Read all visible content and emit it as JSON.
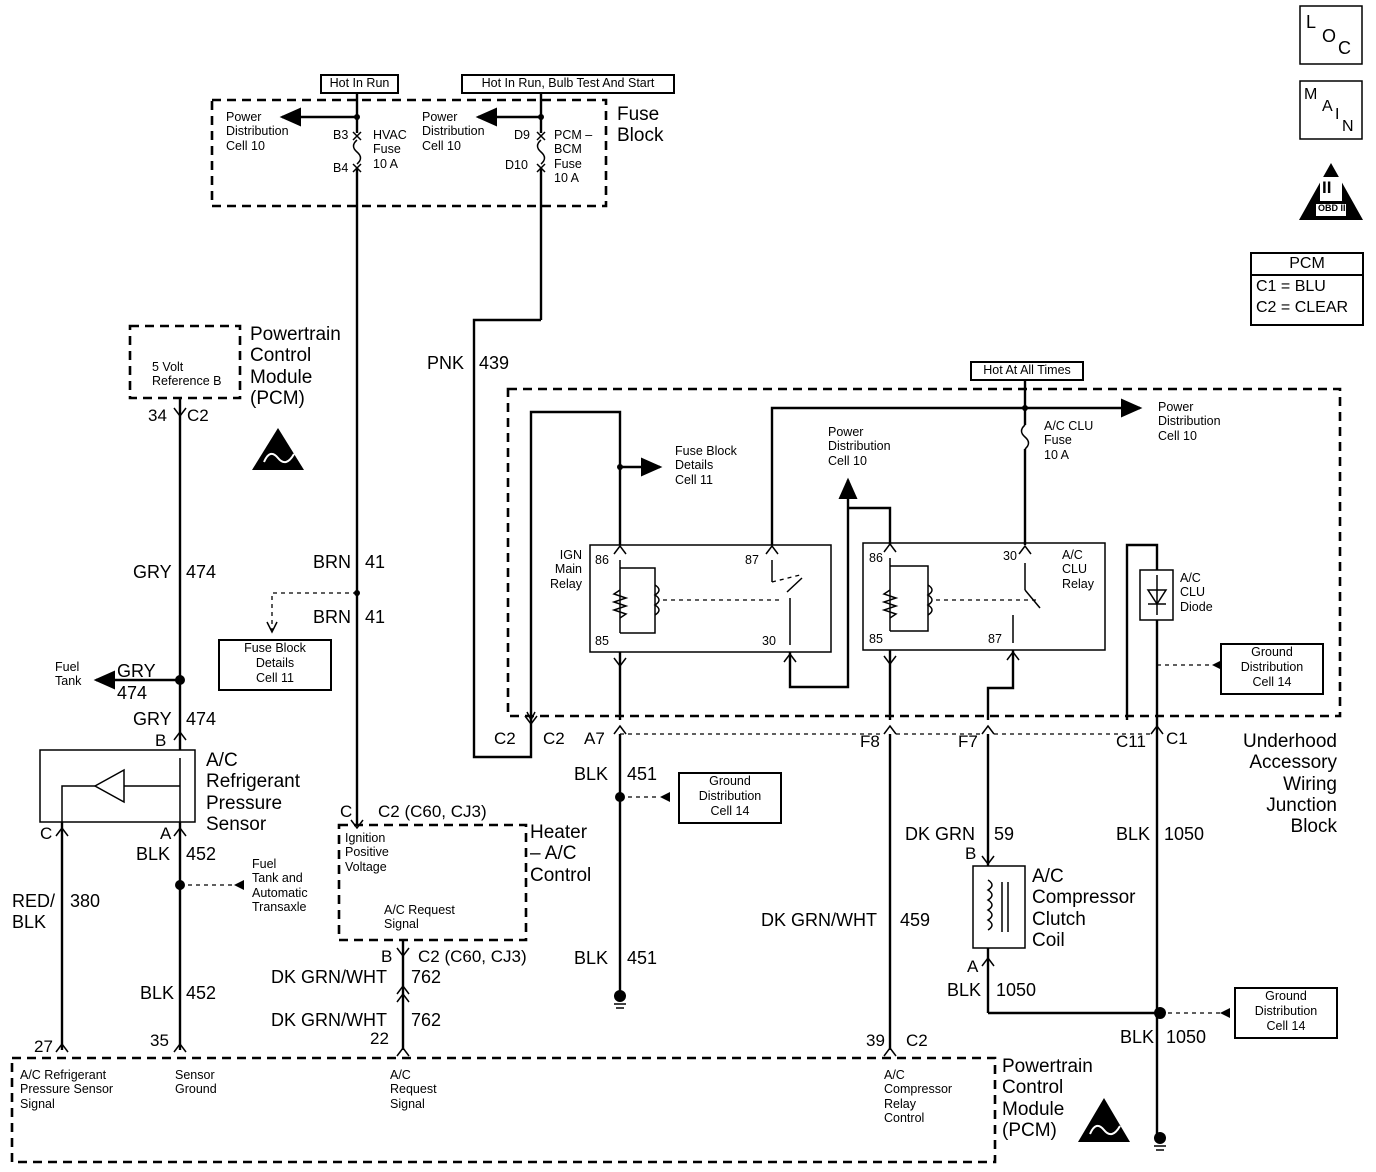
{
  "corner": {
    "loc": [
      "L",
      "O",
      "C"
    ],
    "main": [
      "M",
      "A",
      "I",
      "N"
    ],
    "obd": "OBD II",
    "obd_mark": "II"
  },
  "pcm_key": {
    "title": "PCM",
    "c1": "C1 = BLU",
    "c2": "C2 = CLEAR"
  },
  "hot_labels": {
    "run": "Hot In Run",
    "run_bulb": "Hot In Run, Bulb Test And Start",
    "all_times": "Hot At All Times"
  },
  "fuse_block": {
    "title": [
      "Fuse",
      "Block"
    ],
    "pd1": [
      "Power",
      "Distribution",
      "Cell 10"
    ],
    "pd2": [
      "Power",
      "Distribution",
      "Cell 10"
    ],
    "b3": "B3",
    "b4": "B4",
    "hvac": [
      "HVAC",
      "Fuse",
      "10 A"
    ],
    "d9": "D9",
    "d10": "D10",
    "pcm_bcm": [
      "PCM –",
      "BCM",
      "Fuse",
      "10 A"
    ]
  },
  "pcm_top": {
    "title": [
      "Powertrain",
      "Control",
      "Module",
      "(PCM)"
    ],
    "ref": [
      "5 Volt",
      "Reference B"
    ],
    "pin": "34",
    "conn": "C2"
  },
  "wires": {
    "gry474": "GRY",
    "gry474_n": "474",
    "brn41a": "BRN",
    "brn41a_n": "41",
    "brn41b": "BRN",
    "brn41b_n": "41",
    "pnk439": "PNK",
    "pnk439_n": "439",
    "fuel_gry": "GRY",
    "fuel_gry_n": "474",
    "gry474b": "GRY",
    "gry474b_n": "474",
    "blk452a": "BLK",
    "blk452a_n": "452",
    "red380": [
      "RED/",
      "BLK"
    ],
    "red380_n": "380",
    "blk452b": "BLK",
    "blk452b_n": "452",
    "blk451a": "BLK",
    "blk451a_n": "451",
    "blk451b": "BLK",
    "blk451b_n": "451",
    "dkgrnwht762a": "DK GRN/WHT",
    "dkgrnwht762a_n": "762",
    "dkgrnwht762b": "DK GRN/WHT",
    "dkgrnwht762b_n": "762",
    "dkgrnwht459": "DK GRN/WHT",
    "dkgrnwht459_n": "459",
    "dkgrn59": "DK GRN",
    "dkgrn59_n": "59",
    "blk1050a": "BLK",
    "blk1050a_n": "1050",
    "blk1050b": "BLK",
    "blk1050b_n": "1050",
    "blk1050c": "BLK",
    "blk1050c_n": "1050"
  },
  "refs": {
    "fuse_details_a": [
      "Fuse Block",
      "Details",
      "Cell 11"
    ],
    "fuse_details_b": [
      "Fuse Block",
      "Details",
      "Cell 11"
    ],
    "fuel_tank": [
      "Fuel",
      "Tank"
    ],
    "fuel_trans": [
      "Fuel",
      "Tank and",
      "Automatic",
      "Transaxle"
    ],
    "ground_a": [
      "Ground",
      "Distribution",
      "Cell 14"
    ],
    "ground_b": [
      "Ground",
      "Distribution",
      "Cell 14"
    ],
    "ground_c": [
      "Ground",
      "Distribution",
      "Cell 14"
    ],
    "pd_mid": [
      "Power",
      "Distribution",
      "Cell 10"
    ],
    "pd_right": [
      "Power",
      "Distribution",
      "Cell 10"
    ]
  },
  "sensor": {
    "title": [
      "A/C",
      "Refrigerant",
      "Pressure",
      "Sensor"
    ],
    "pin_c": "C",
    "pin_a": "A",
    "pin_b": "B"
  },
  "heater": {
    "title": [
      "Heater",
      "– A/C",
      "Control"
    ],
    "ign": [
      "Ignition",
      "Positive",
      "Voltage"
    ],
    "req": [
      "A/C Request",
      "Signal"
    ],
    "pin_c": "C",
    "conn_top": "C2 (C60, CJ3)",
    "pin_b": "B",
    "conn_bot": "C2 (C60, CJ3)"
  },
  "ign_relay": {
    "title": [
      "IGN",
      "Main",
      "Relay"
    ],
    "p86": "86",
    "p85": "85",
    "p87": "87",
    "p30": "30"
  },
  "clu_relay": {
    "title": [
      "A/C",
      "CLU",
      "Relay"
    ],
    "p86": "86",
    "p85": "85",
    "p87": "87",
    "p30": "30"
  },
  "clu_fuse": [
    "A/C CLU",
    "Fuse",
    "10 A"
  ],
  "clu_diode": [
    "A/C",
    "CLU",
    "Diode"
  ],
  "ujb": {
    "title": [
      "Underhood",
      "Accessory",
      "Wiring",
      "Junction",
      "Block"
    ],
    "c2a": "C2",
    "c2b": "C2",
    "a7": "A7",
    "f8": "F8",
    "f7": "F7",
    "c11": "C11",
    "c1": "C1"
  },
  "compressor": {
    "title": [
      "A/C",
      "Compressor",
      "Clutch",
      "Coil"
    ],
    "pin_b": "B",
    "pin_a": "A"
  },
  "pcm_bottom": {
    "title": [
      "Powertrain",
      "Control",
      "Module",
      "(PCM)"
    ],
    "p27": "27",
    "p35": "35",
    "p22": "22",
    "p39": "39",
    "c2": "C2",
    "sig1": [
      "A/C Refrigerant",
      "Pressure Sensor",
      "Signal"
    ],
    "sig2": [
      "Sensor",
      "Ground"
    ],
    "sig3": [
      "A/C",
      "Request",
      "Signal"
    ],
    "sig4": [
      "A/C",
      "Compressor",
      "Relay",
      "Control"
    ]
  }
}
